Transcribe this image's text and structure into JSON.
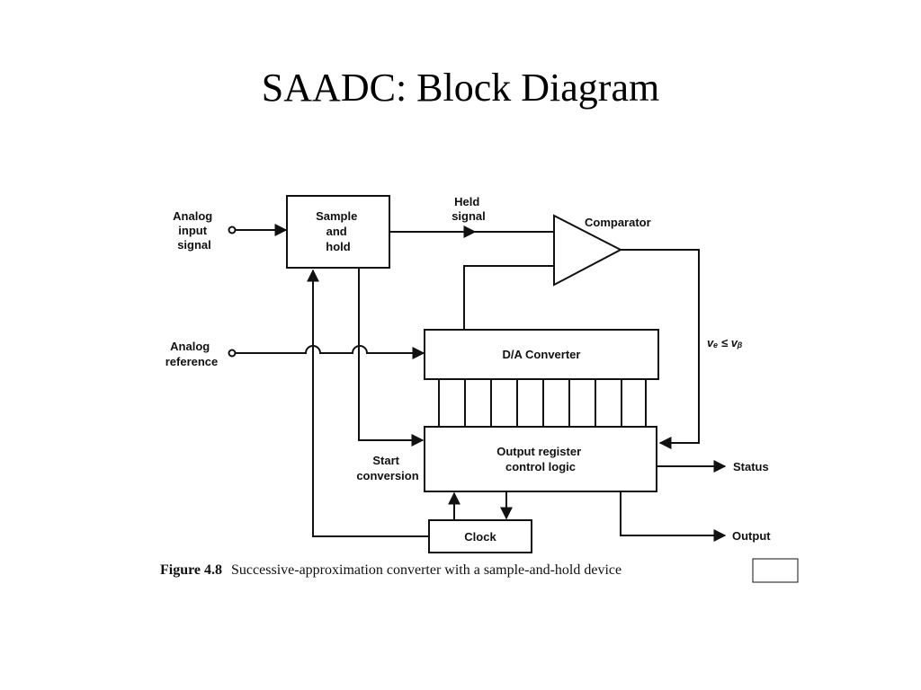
{
  "title": "SAADC:  Block Diagram",
  "blocks": {
    "sample_hold": [
      "Sample",
      "and",
      "hold"
    ],
    "dac": "D/A Converter",
    "register": [
      "Output register",
      "control logic"
    ],
    "clock": "Clock",
    "comparator": "Comparator"
  },
  "labels": {
    "analog_input": [
      "Analog",
      "input",
      "signal"
    ],
    "analog_reference": [
      "Analog",
      "reference"
    ],
    "held_signal": [
      "Held",
      "signal"
    ],
    "start_conversion": [
      "Start",
      "conversion"
    ],
    "status": "Status",
    "output": "Output",
    "comparison": "vₑ ≤ vᵦ"
  },
  "caption": {
    "prefix": "Figure 4.8",
    "text": "Successive-approximation converter with a sample-and-hold device"
  }
}
